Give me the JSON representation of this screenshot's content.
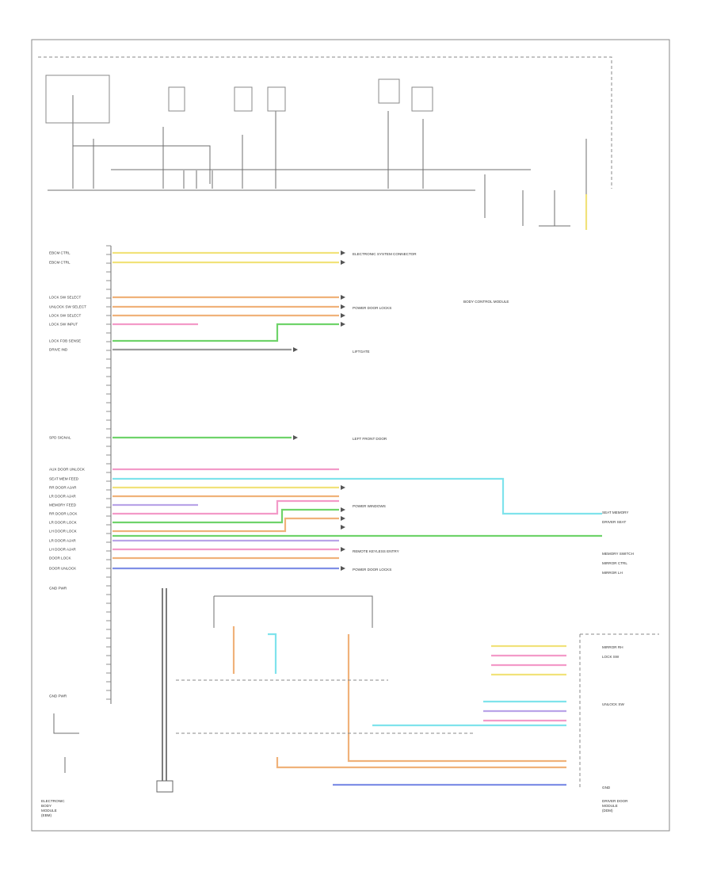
{
  "colors": {
    "yellow": "#f1e27a",
    "orange": "#f0b27a",
    "pink": "#f39ac8",
    "green": "#6fd36a",
    "cyan": "#7fe3ec",
    "violet": "#b9a4e8",
    "blue": "#7f8fe6",
    "red": "#f06a6a",
    "gray": "#9a9a9a",
    "black": "#333333"
  },
  "page_marker": "",
  "left_labels": [
    {
      "id": "l1",
      "text": "EBCM CTRL"
    },
    {
      "id": "l2",
      "text": "EBCM CTRL"
    },
    {
      "id": "l3",
      "text": "LOCK SW SELECT"
    },
    {
      "id": "l4",
      "text": "UNLOCK SW SELECT"
    },
    {
      "id": "l5",
      "text": "LOCK SW SELECT"
    },
    {
      "id": "l6",
      "text": "LOCK SW INPUT"
    },
    {
      "id": "l7",
      "text": "LOCK FOB SENSE"
    },
    {
      "id": "l8",
      "text": "DRIVE IND"
    },
    {
      "id": "l9",
      "text": "SPD SIGNAL"
    },
    {
      "id": "l10",
      "text": "AUX DOOR UNLOCK"
    },
    {
      "id": "l11",
      "text": "SEAT MEM FEED"
    },
    {
      "id": "l12",
      "text": "RR DOOR AJAR"
    },
    {
      "id": "l13",
      "text": "LR DOOR AJAR"
    },
    {
      "id": "l14",
      "text": "MEMORY FEED"
    },
    {
      "id": "l15",
      "text": "RR DOOR LOCK"
    },
    {
      "id": "l16",
      "text": "LR DOOR LOCK"
    },
    {
      "id": "l17",
      "text": "LH DOOR LOCK"
    },
    {
      "id": "l18",
      "text": "LR DOOR AJAR"
    },
    {
      "id": "l19",
      "text": "LH DOOR AJAR"
    },
    {
      "id": "l20",
      "text": "DOOR LOCK"
    },
    {
      "id": "l21",
      "text": "DOOR UNLOCK"
    },
    {
      "id": "l22",
      "text": "GND PWR"
    },
    {
      "id": "l23",
      "text": "GND PWR"
    }
  ],
  "notes": [
    {
      "id": "n1",
      "text": "ELECTRONIC SYSTEM CONNECTOR"
    },
    {
      "id": "n2",
      "text": "POWER DOOR LOCKS"
    },
    {
      "id": "n3",
      "text": "LIFTGATE"
    },
    {
      "id": "n4",
      "text": "LEFT FRONT DOOR"
    },
    {
      "id": "n5",
      "text": "POWER WINDOWS"
    },
    {
      "id": "n6",
      "text": "REMOTE KEYLESS ENTRY"
    },
    {
      "id": "n7",
      "text": "BODY CONTROL MODULE"
    },
    {
      "id": "n8",
      "text": "POWER DOOR LOCKS"
    }
  ],
  "right_labels": [
    {
      "id": "r1",
      "text": "SEAT MEMORY"
    },
    {
      "id": "r2",
      "text": "DRIVER SEAT"
    },
    {
      "id": "r3",
      "text": "MEMORY SWITCH"
    },
    {
      "id": "r4",
      "text": "MIRROR CTRL"
    },
    {
      "id": "r5",
      "text": "MIRROR LH"
    },
    {
      "id": "r6",
      "text": "MIRROR RH"
    },
    {
      "id": "r7",
      "text": "LOCK SW"
    },
    {
      "id": "r8",
      "text": "UNLOCK SW"
    },
    {
      "id": "r9",
      "text": "GND"
    }
  ],
  "bottom_left": [
    "ELECTRONIC",
    "BODY",
    "MODULE",
    "(EBM)"
  ],
  "bottom_right": [
    "DRIVER DOOR",
    "MODULE",
    "(DDM)"
  ]
}
